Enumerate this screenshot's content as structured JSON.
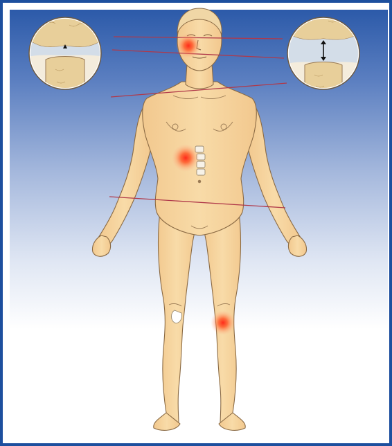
{
  "figure": {
    "subject": "female-body-front",
    "colors": {
      "frame": "#1d4f9e",
      "gradient_top": "#2c5aa9",
      "skin": "#f6d39c",
      "skin_outline": "#8a6a44",
      "level_line": "#b0394a",
      "pain_spot": "#ff3b2a",
      "bone": "#e8cf9a",
      "cartilage": "#d3dde8"
    },
    "pain_spots": [
      {
        "name": "jaw"
      },
      {
        "name": "upper-abdomen"
      },
      {
        "name": "left-knee"
      }
    ],
    "joint_insets": [
      {
        "name": "normal-joint",
        "indicator": "small-arrow"
      },
      {
        "name": "widened-joint",
        "indicator": "double-arrow"
      }
    ],
    "level_lines": [
      {
        "name": "eye-level"
      },
      {
        "name": "jaw-level"
      },
      {
        "name": "shoulder-level"
      },
      {
        "name": "pelvis-level"
      }
    ]
  }
}
